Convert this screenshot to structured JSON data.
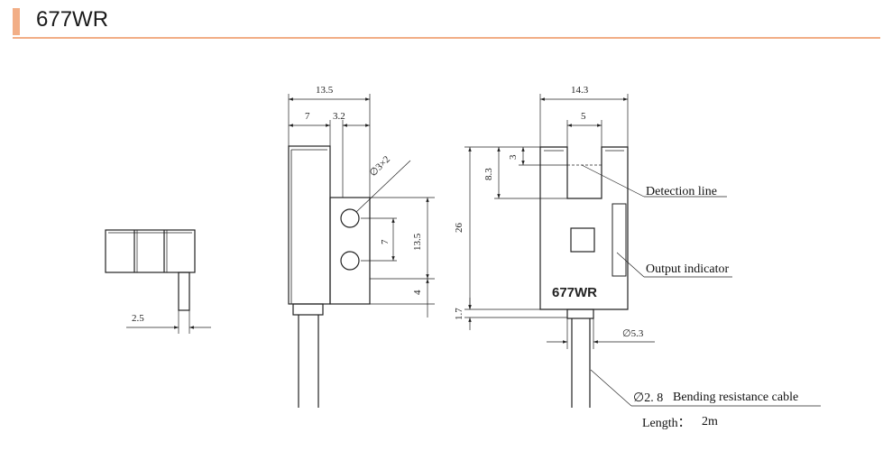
{
  "header": {
    "title": "677WR"
  },
  "colors": {
    "accent": "#f2ae86",
    "line": "#222222"
  },
  "drawing": {
    "side_view": {
      "dim_width": "2.5"
    },
    "front_view": {
      "dim_overall_width": "13.5",
      "dim_left": "7",
      "dim_right": "3.2",
      "dim_hole": "∅3×2",
      "dim_hole_pitch": "7",
      "dim_bracket_height": "13.5",
      "dim_bottom": "4"
    },
    "right_view": {
      "dim_width": "14.3",
      "dim_slot_width": "5",
      "dim_slot_depth": "3",
      "dim_detection_height": "8.3",
      "dim_height": "26",
      "dim_cable_offset": "1.7",
      "dim_cable_dia": "∅5.3",
      "model_marking": "677WR",
      "label_detection_line": "Detection line",
      "label_output_indicator": "Output indicator",
      "cable_dia": "∅2. 8",
      "cable_label": "Bending resistance cable",
      "length_label": "Length：",
      "length_value": "2m"
    }
  }
}
